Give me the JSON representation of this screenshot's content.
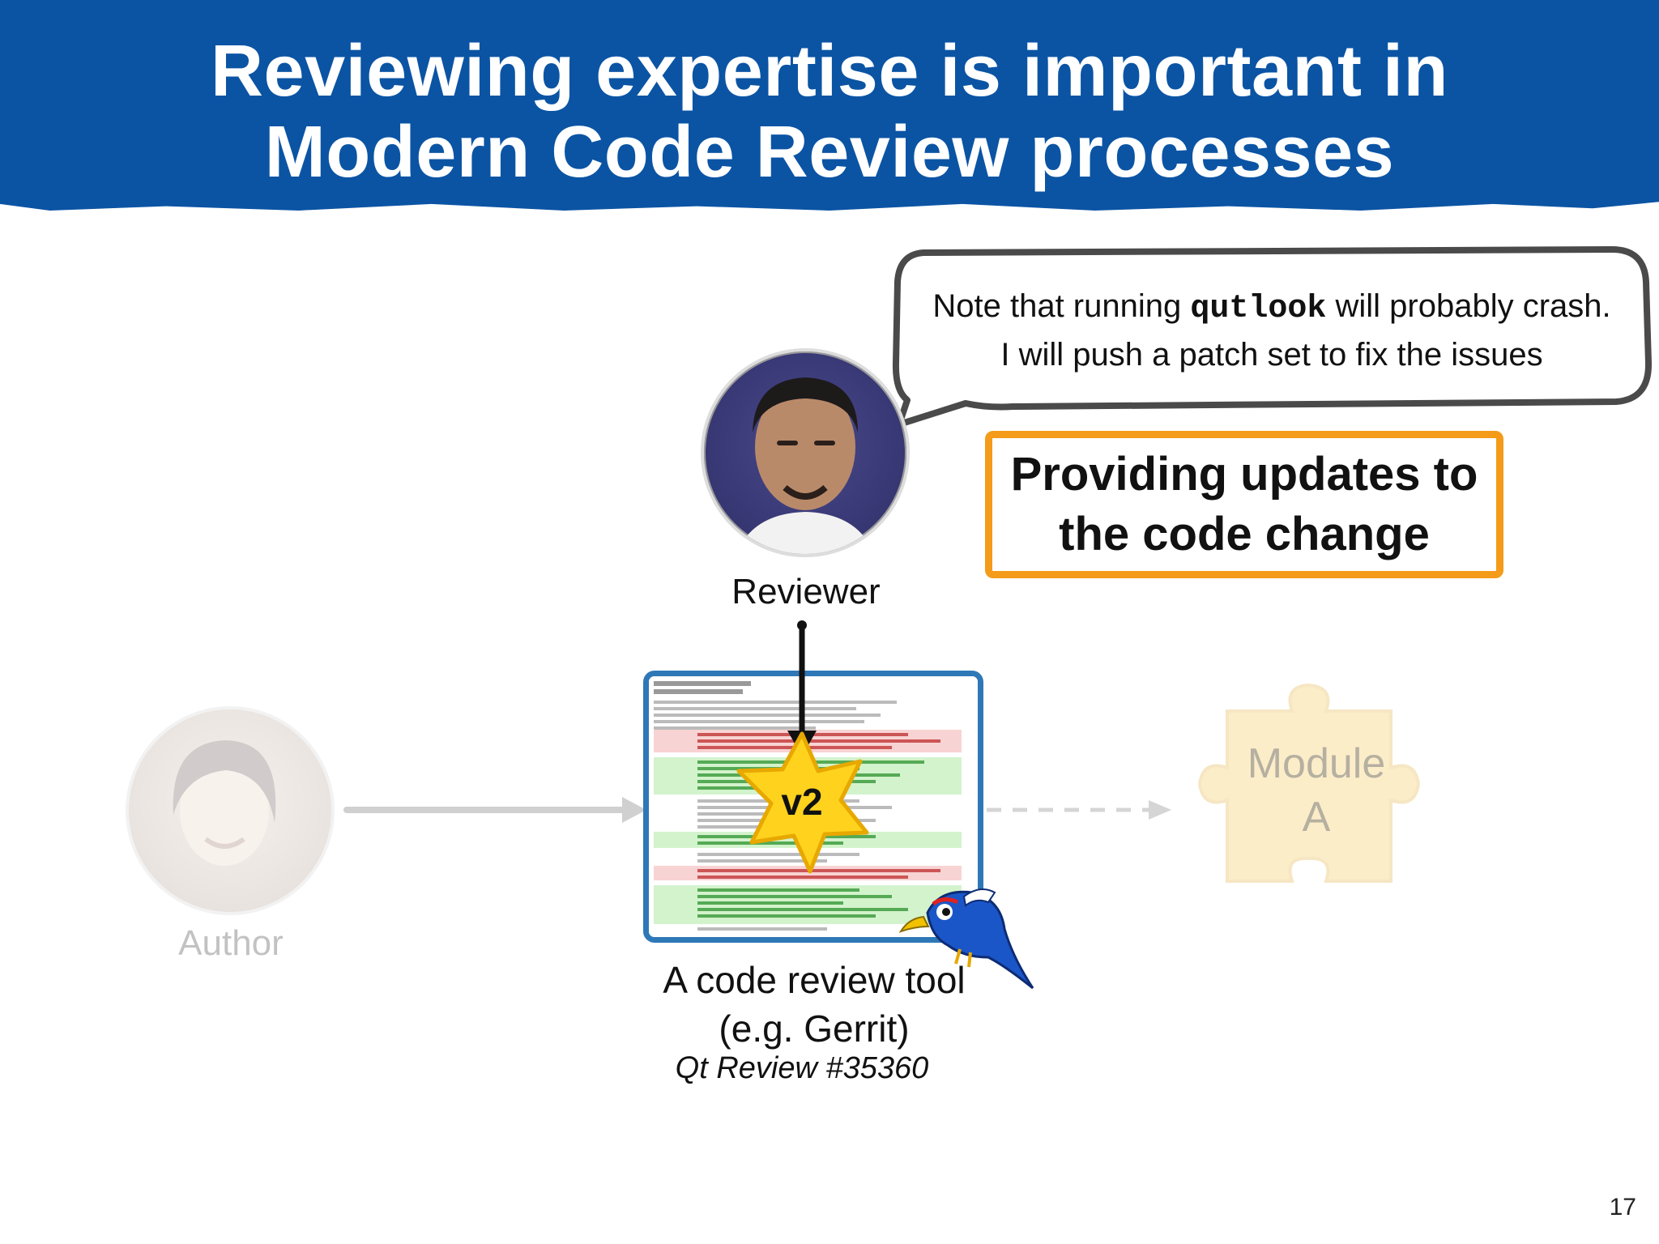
{
  "slide": {
    "title_line1": "Reviewing expertise is important in",
    "title_line2": "Modern Code Review processes",
    "page_number": "17"
  },
  "speech_bubble": {
    "line1_before": "Note that running ",
    "line1_code": "qutlook",
    "line1_after": " will probably crash.",
    "line2": "I will push a patch set to fix the issues"
  },
  "callout": {
    "line1": "Providing updates to",
    "line2": "the code change",
    "border_color": "#F49B1A"
  },
  "reviewer": {
    "label": "Reviewer"
  },
  "author": {
    "label": "Author"
  },
  "review_tool": {
    "badge": "v2",
    "caption_line1": "A code review tool",
    "caption_line2": "(e.g. Gerrit)",
    "subcaption": "Qt Review #35360",
    "frame_color": "#2E78B7"
  },
  "module": {
    "line1": "Module",
    "line2": "A",
    "color": "#F5C242"
  },
  "colors": {
    "banner": "#0B54A4",
    "diff_added": "#c8f0c0",
    "diff_removed": "#f6c6c6"
  }
}
